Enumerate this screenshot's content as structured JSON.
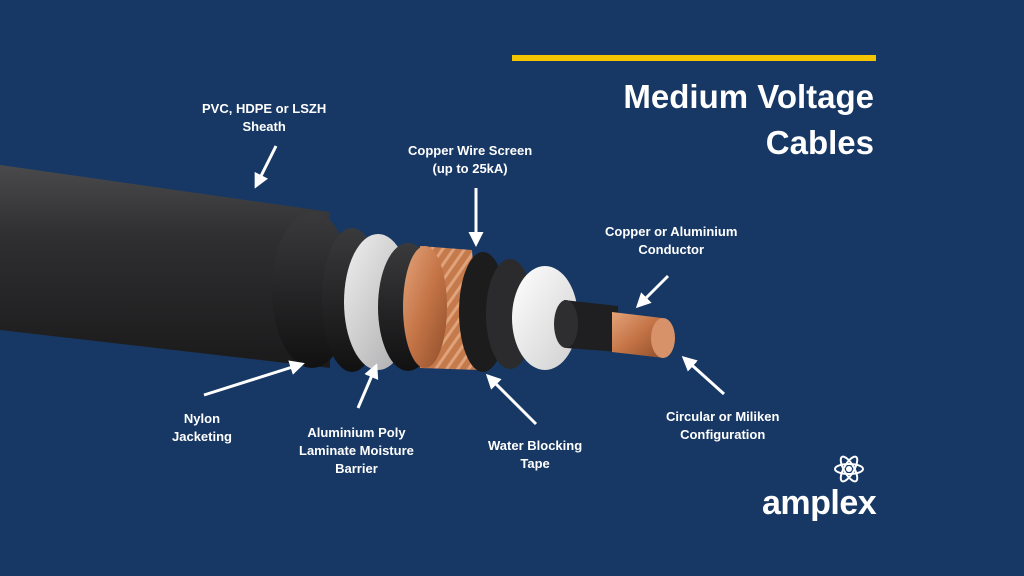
{
  "title": {
    "line1": "Medium Voltage",
    "line2": "Cables"
  },
  "colors": {
    "background": "#173864",
    "accent": "#f5c400",
    "text": "#ffffff",
    "copper": "#c97a4a"
  },
  "labels": {
    "sheath": [
      "PVC, HDPE or LSZH",
      "Sheath"
    ],
    "copper_screen": [
      "Copper Wire Screen",
      "(up to 25kA)"
    ],
    "conductor": [
      "Copper or Aluminium",
      "Conductor"
    ],
    "nylon": [
      "Nylon",
      "Jacketing"
    ],
    "moisture_barrier": [
      "Aluminium Poly",
      "Laminate Moisture",
      "Barrier"
    ],
    "water_blocking": [
      "Water Blocking",
      "Tape"
    ],
    "configuration": [
      "Circular or Miliken",
      "Configuration"
    ]
  },
  "brand": {
    "name": "amplex",
    "logo_icon": "atom-icon"
  }
}
